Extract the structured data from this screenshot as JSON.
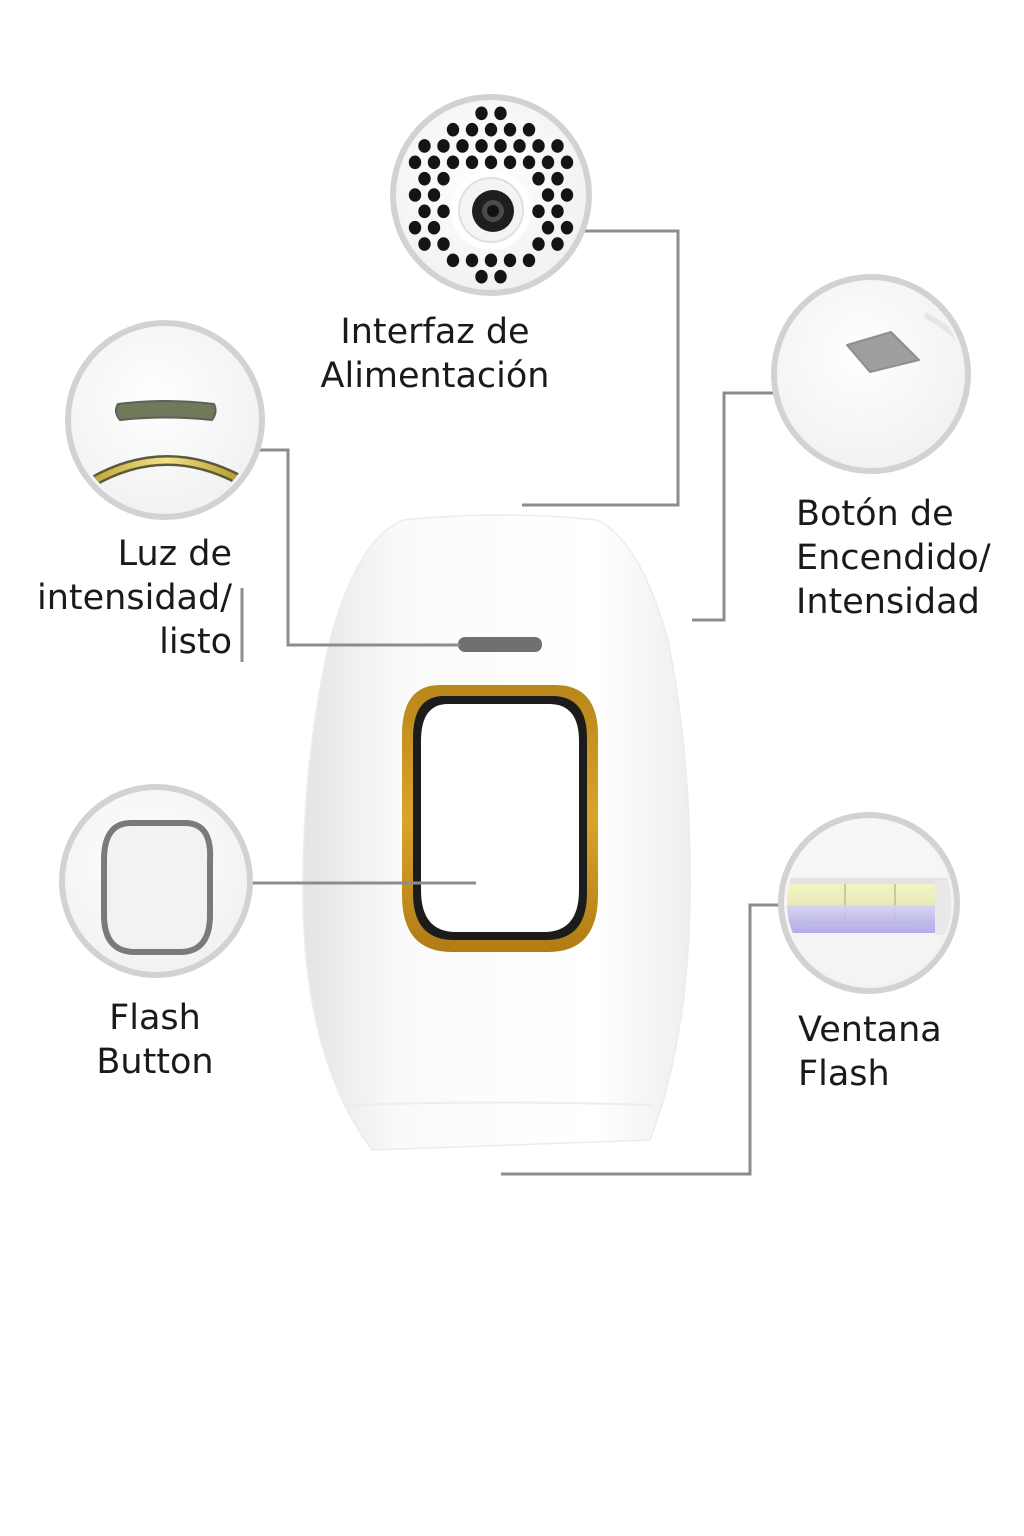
{
  "labels": {
    "power_interface": [
      "Interfaz de",
      "Alimentación"
    ],
    "power_button": [
      "Botón de",
      "Encendido/",
      "Intensidad"
    ],
    "indicator_light": [
      "Luz de",
      "intensidad/",
      "listo"
    ],
    "flash_button": [
      "Flash",
      "Button"
    ],
    "flash_window": [
      "Ventana",
      "Flash"
    ]
  },
  "colors": {
    "background": "#ffffff",
    "device_body": "#f7f7f7",
    "callout_ring": "#d2d2d2",
    "leader_line": "#8c8c8c",
    "button_ring_gold": "#c8921a",
    "button_ring_black": "#1c1c1c",
    "indicator_green": "#6e7a5a",
    "flash_lens": "#e8eab8",
    "flash_glow": "#b9b2ee"
  },
  "icons": {
    "power_interface": "vent-dc-port-icon",
    "power_button": "diamond-button-icon",
    "indicator_light": "indicator-bar-icon",
    "flash_button": "rounded-rect-button-icon",
    "flash_window": "flash-lamp-window-icon"
  }
}
